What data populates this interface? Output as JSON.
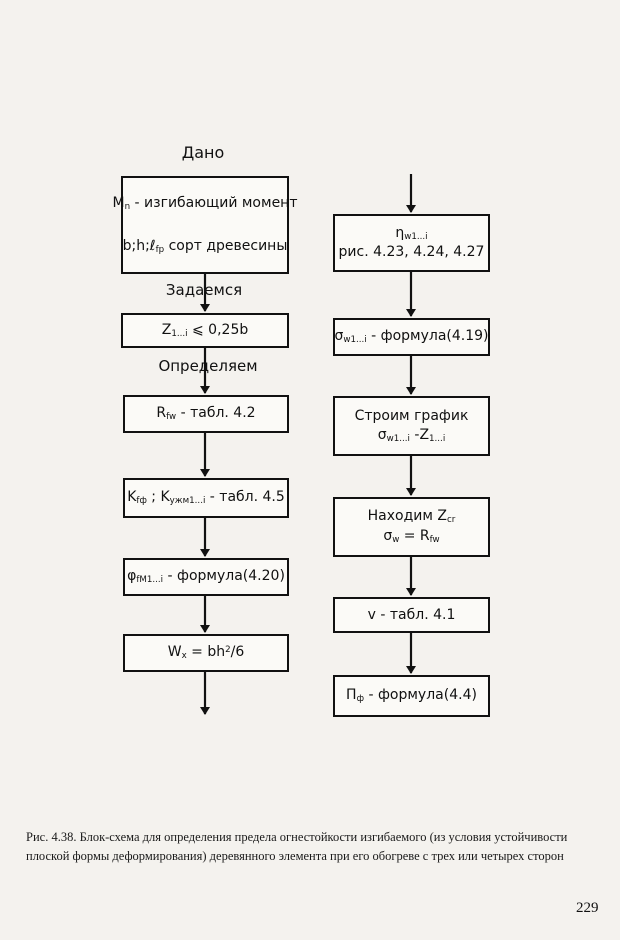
{
  "left": {
    "label_given": "Дано",
    "label_assume": "Задаемся",
    "label_determine": "Определяем",
    "box_given": {
      "line1_a": "M",
      "line1_sub": "n",
      "line1_b": " - изгибающий момент",
      "line2_a": "b;h;ℓ",
      "line2_sub": "fp",
      "line2_b": " сорт древесины"
    },
    "box_z": {
      "a": "Z",
      "sub": "1...i",
      "b": " ⩽ 0,25b"
    },
    "box_r": {
      "a": "R",
      "sub": "fw",
      "b": " - табл. 4.2"
    },
    "box_k": {
      "a": "K",
      "sub1": "fф",
      "mid": " ; K",
      "sub2": "ужм1...i",
      "b": " - табл. 4.5"
    },
    "box_phi": {
      "a": "φ",
      "sub": "fM1...i",
      "b": " - формула(4.20)"
    },
    "box_w": {
      "a": "W",
      "sub": "x",
      "mid": " = bh",
      "sup": "2",
      "b": "/6"
    }
  },
  "right": {
    "box_eta": {
      "a": "η",
      "sub": "w1...i",
      "line2": "рис. 4.23, 4.24, 4.27"
    },
    "box_sigma": {
      "a": "σ",
      "sub": "w1...i",
      "b": " - формула(4.19)"
    },
    "box_graph": {
      "line1": "Строим график",
      "a": "σ",
      "sub1": "w1...i",
      "mid": " -Z",
      "sub2": "1...i"
    },
    "box_find": {
      "a": "Находим Z",
      "sub1": "cr",
      "b": "σ",
      "sub2": "w",
      "c": " = R",
      "sub3": "fw"
    },
    "box_v": {
      "text": "v - табл. 4.1"
    },
    "box_pi": {
      "a": "П",
      "sub": "ф",
      "b": " - формула(4.4)"
    }
  },
  "caption": "Рис. 4.38. Блок-схема для определения предела огнестойкости изгибаемого (из условия устойчивости плоской формы деформирования) деревянного элемента при его обогреве с трех или четырех сторон",
  "page_number": "229"
}
